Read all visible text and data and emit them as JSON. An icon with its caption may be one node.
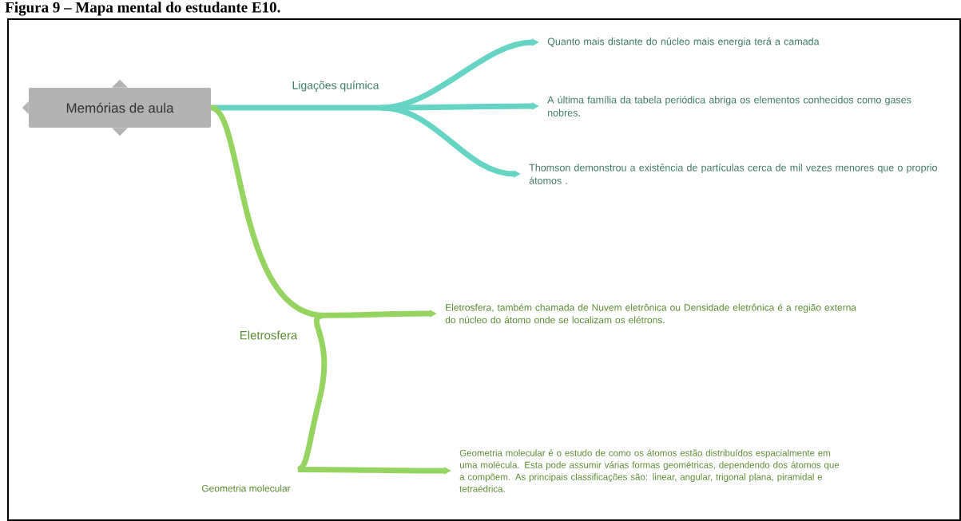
{
  "diagram": {
    "title": "Figura 9 – Mapa mental do estudante E10.",
    "nodes": [
      {
        "text": [
          "Memórias de aula"
        ]
      },
      {
        "text": [
          "Ligações química"
        ]
      },
      {
        "text": [
          "Quanto mais distante do núcleo mais energia terá a camada"
        ]
      },
      {
        "text": [
          "A última família da tabela periódica abriga os elementos conhecidos como gases nobres."
        ]
      },
      {
        "text": [
          "Thomson demonstrou a existência de partículas cerca de mil vezes menores que o proprio átomos ."
        ]
      },
      {
        "text": [
          "Eletrosfera"
        ]
      },
      {
        "text": [
          "Eletrosfera, também chamada de Nuvem eletrônica ou Densidade eletrônica é a região externa do núcleo do átomo onde se localizam os elétrons."
        ]
      },
      {
        "text": [
          "Geometria molecular"
        ]
      },
      {
        "text": [
          "Geometria molecular é o estudo de como os átomos estão distribuídos espacialmente em uma molécula. Esta pode assumir várias formas geométricas, dependendo dos átomos que a compõem. As principais classificações são: linear, angular, trigonal plana, piramidal e tetraédrica."
        ]
      }
    ],
    "edges": [
      {
        "from": 0,
        "to": 1,
        "arrow": "none",
        "color": "#66d4c2"
      },
      {
        "from": 1,
        "to": 2,
        "arrow": "to",
        "color": "#66d4c2"
      },
      {
        "from": 1,
        "to": 3,
        "arrow": "to",
        "color": "#66d4c2"
      },
      {
        "from": 1,
        "to": 4,
        "arrow": "to",
        "color": "#66d4c2"
      },
      {
        "from": 0,
        "to": 5,
        "arrow": "none",
        "color": "#96d462"
      },
      {
        "from": 5,
        "to": 6,
        "arrow": "to",
        "color": "#96d462"
      },
      {
        "from": 5,
        "to": 7,
        "arrow": "none",
        "color": "#96d462"
      },
      {
        "from": 7,
        "to": 8,
        "arrow": "to",
        "color": "#96d462"
      }
    ]
  }
}
